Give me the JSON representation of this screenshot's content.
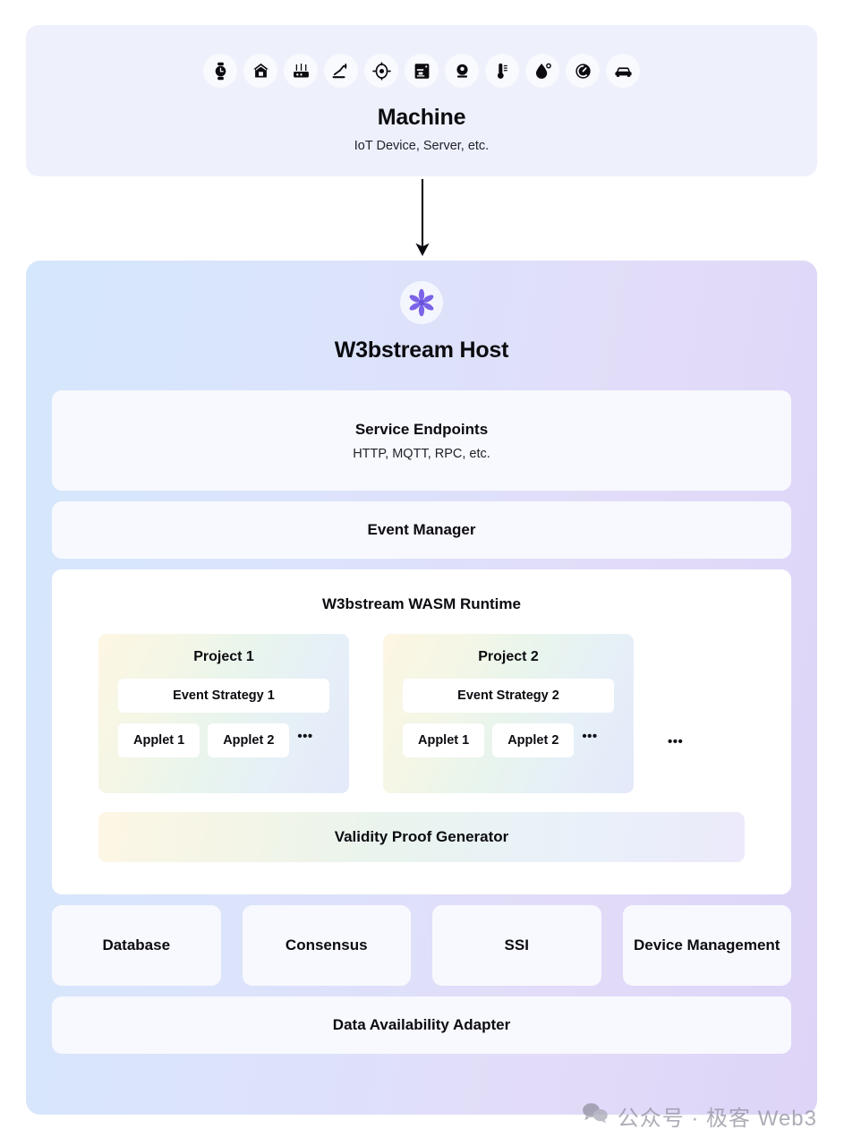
{
  "machine": {
    "title": "Machine",
    "subtitle": "IoT Device, Server, etc.",
    "icons": [
      {
        "name": "smartwatch-icon"
      },
      {
        "name": "home-icon"
      },
      {
        "name": "router-icon"
      },
      {
        "name": "robot-arm-icon"
      },
      {
        "name": "sensor-target-icon"
      },
      {
        "name": "coffee-machine-icon"
      },
      {
        "name": "webcam-icon"
      },
      {
        "name": "thermometer-icon"
      },
      {
        "name": "humidity-drop-icon"
      },
      {
        "name": "gauge-icon"
      },
      {
        "name": "car-icon"
      }
    ]
  },
  "flow": {
    "arrow": "down-arrow"
  },
  "host": {
    "logo": "w3bstream-flower-logo",
    "title": "W3bstream Host",
    "service_endpoints": {
      "title": "Service Endpoints",
      "subtitle": "HTTP, MQTT, RPC, etc."
    },
    "event_manager": {
      "title": "Event Manager"
    },
    "wasm_runtime": {
      "title": "W3bstream WASM Runtime",
      "more": "•••",
      "projects": [
        {
          "name": "Project 1",
          "strategy": "Event Strategy 1",
          "applets": [
            "Applet 1",
            "Applet 2"
          ],
          "more": "•••"
        },
        {
          "name": "Project 2",
          "strategy": "Event Strategy 2",
          "applets": [
            "Applet 1",
            "Applet 2"
          ],
          "more": "•••"
        }
      ],
      "validity_proof": "Validity Proof Generator"
    },
    "services": [
      "Database",
      "Consensus",
      "SSI",
      "Device Management"
    ],
    "da_adapter": "Data Availability Adapter"
  },
  "watermark": {
    "icon": "wechat-icon",
    "text": "公众号 · 极客 Web3"
  },
  "colors": {
    "machine_panel_bg": "#eef1fb",
    "host_gradient_start": "#d5e7fb",
    "host_gradient_end": "#ddd4f7",
    "card_bg": "#f8f9fe",
    "accent_purple": "#7b63e8",
    "text": "#0b0b10"
  }
}
